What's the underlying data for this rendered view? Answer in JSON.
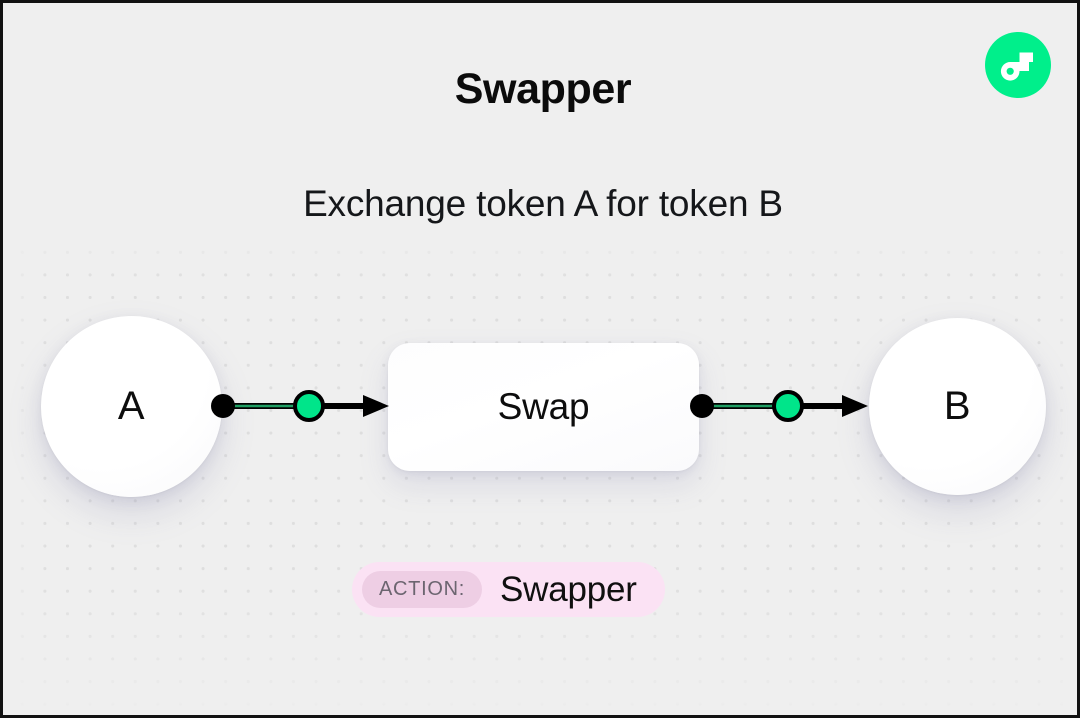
{
  "header": {
    "title": "Swapper",
    "subtitle": "Exchange token A for token B"
  },
  "brand": {
    "logo_icon": "flow-logo-icon",
    "logo_color": "#00EF8B",
    "logo_glyph_color": "#FFFFFF"
  },
  "diagram": {
    "type": "flow",
    "background_color": "#EFEFEF",
    "grid": "dotted",
    "grid_dot_color": "#DEDEDE",
    "nodes": [
      {
        "id": "token-a",
        "label": "A",
        "shape": "circle",
        "color": "#FFFFFF"
      },
      {
        "id": "swap",
        "label": "Swap",
        "shape": "rounded-rect",
        "color": "#FFFFFF"
      },
      {
        "id": "token-b",
        "label": "B",
        "shape": "circle",
        "color": "#FFFFFF"
      }
    ],
    "edges": [
      {
        "id": "edge-a-swap",
        "from": "token-a",
        "to": "swap",
        "animated": true,
        "color": "#000000",
        "marker_color": "#00E58A"
      },
      {
        "id": "edge-swap-b",
        "from": "swap",
        "to": "token-b",
        "animated": true,
        "color": "#000000",
        "marker_color": "#00E58A"
      }
    ]
  },
  "action_badge": {
    "label": "ACTION:",
    "value": "Swapper",
    "background_color": "#FBE2F4",
    "label_background_color": "#EECEE4",
    "label_text_color": "#6C6570"
  }
}
